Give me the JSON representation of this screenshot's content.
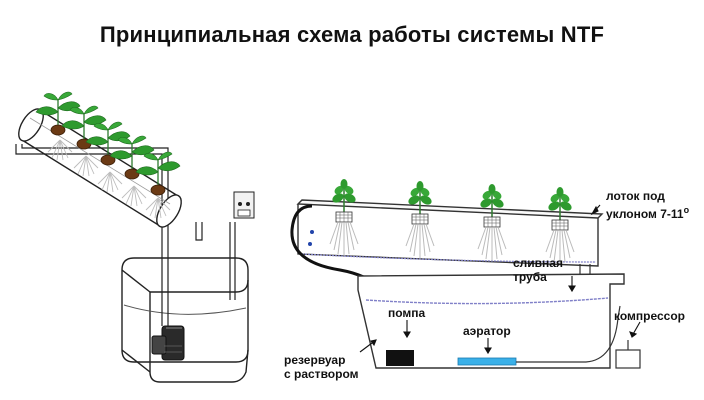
{
  "title": "Принципиальная схема работы системы NTF",
  "labels": {
    "tray_line1": "лоток под",
    "tray_line2": "уклоном 7-11",
    "tray_degree": "о",
    "drain_line1": "сливная",
    "drain_line2": "труба",
    "pump": "помпа",
    "aerator": "аэратор",
    "compressor": "компрессор",
    "reservoir_line1": "резервуар",
    "reservoir_line2": "с раствором"
  },
  "colors": {
    "outline": "#222222",
    "leaf": "#2e9a2e",
    "water": "#8080c8",
    "aerator": "#3ab0e8",
    "drops": "#2244aa",
    "pump": "#111111",
    "root": "#bbbbbb"
  }
}
